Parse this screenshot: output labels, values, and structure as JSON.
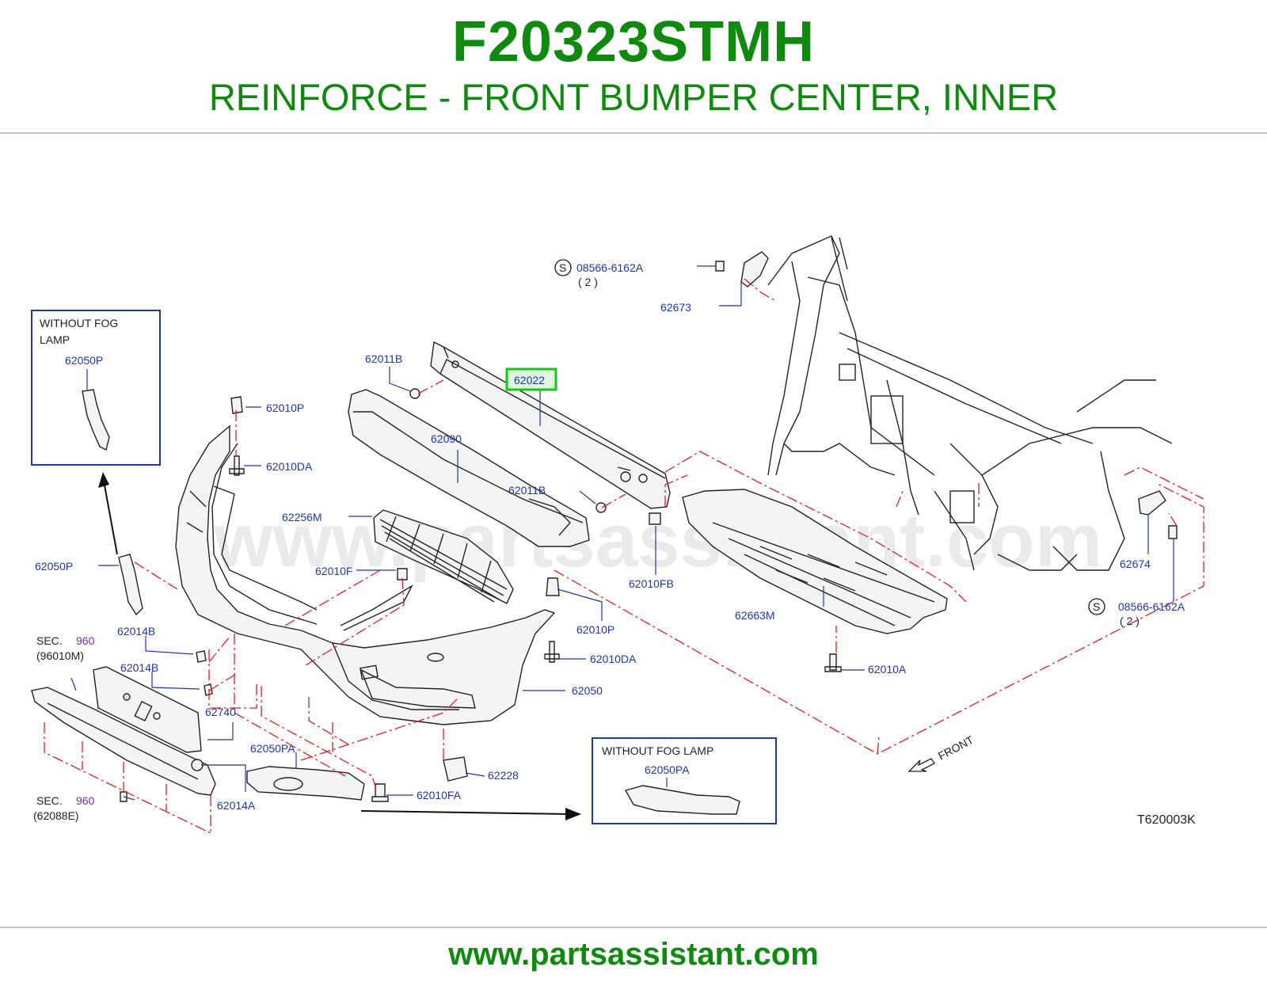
{
  "header": {
    "part_number": "F20323STMH",
    "part_name": "REINFORCE - FRONT BUMPER CENTER, INNER"
  },
  "footer": {
    "website": "www.partsassistant.com"
  },
  "diagram": {
    "watermark": "www.partsassistant.com",
    "drawing_code": "T620003K",
    "highlighted_part": "62022",
    "front_label": "FRONT",
    "callouts": {
      "p62022": "62022",
      "p62011B_a": "62011B",
      "p62011B_b": "62011B",
      "p62090": "62090",
      "p62010P_a": "62010P",
      "p62010DA_a": "62010DA",
      "p62256M": "62256M",
      "p62010F": "62010F",
      "p62050P": "62050P",
      "p62014B_a": "62014B",
      "p62014B_b": "62014B",
      "p62740": "62740",
      "p62050PA": "62050PA",
      "p62014A": "62014A",
      "p62010FA": "62010FA",
      "p62228": "62228",
      "p62050": "62050",
      "p62010DA_b": "62010DA",
      "p62010P_b": "62010P",
      "p62010FB": "62010FB",
      "p62663M": "62663M",
      "p62010A": "62010A",
      "p62673": "62673",
      "p62674": "62674",
      "s08566_top": "08566-6162A",
      "s08566_top_qty": "( 2 )",
      "s08566_right": "08566-6162A",
      "s08566_right_qty": "( 2 )",
      "s_symbol": "S"
    },
    "sections": {
      "sec1_label": "SEC.",
      "sec1_num": "960",
      "sec1_ref": "(96010M)",
      "sec2_label": "SEC.",
      "sec2_num": "960",
      "sec2_ref": "(62088E)"
    },
    "inset_left": {
      "title_line1": "WITHOUT  FOG",
      "title_line2": "LAMP",
      "part": "62050P"
    },
    "inset_bottom": {
      "title": "WITHOUT  FOG  LAMP",
      "part": "62050PA"
    }
  },
  "colors": {
    "brand_green": "#0f8a0f",
    "callout_blue": "#1f36b0",
    "section_purple": "#7a2bb0",
    "dash_red": "#e02020",
    "highlight_box": "#14c814"
  }
}
